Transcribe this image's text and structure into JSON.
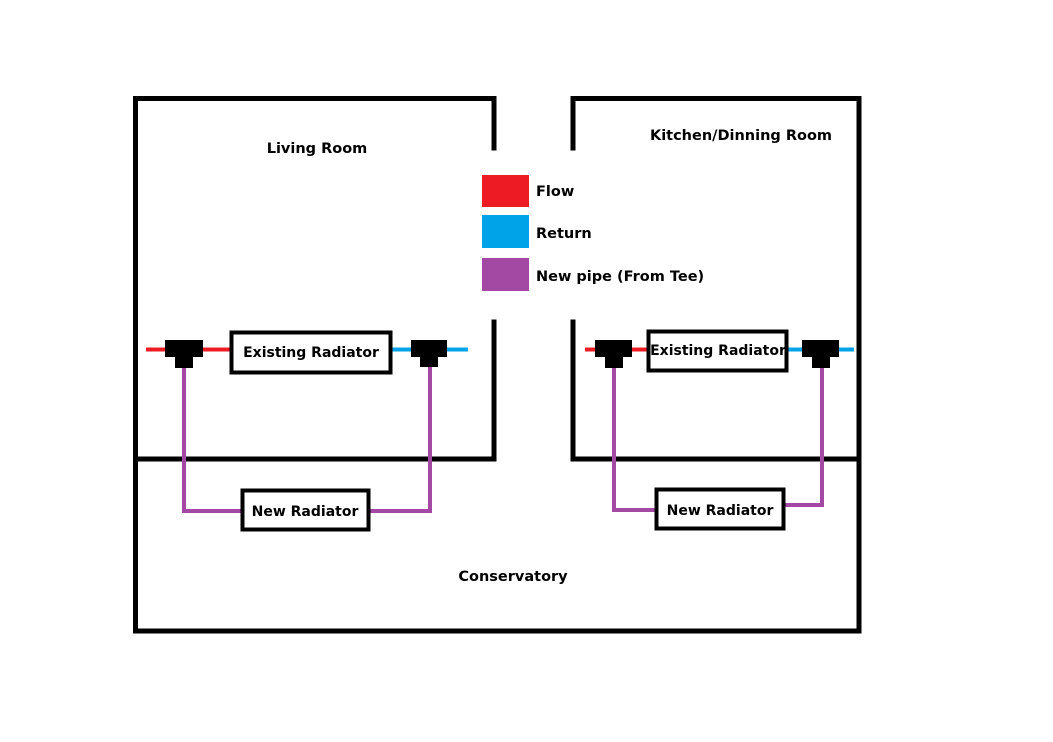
{
  "rooms": {
    "living_room": "Living Room",
    "kitchen": "Kitchen/Dinning Room",
    "conservatory": "Conservatory"
  },
  "legend": [
    {
      "label": "Flow",
      "color": "#ed1c24"
    },
    {
      "label": "Return",
      "color": "#00a2e8"
    },
    {
      "label": "New pipe (From Tee)",
      "color": "#a349a4"
    }
  ],
  "radiators": {
    "left_existing": "Existing Radiator",
    "left_new": "New Radiator",
    "right_existing": "Existing Radiator",
    "right_new": "New Radiator"
  },
  "colors": {
    "wall": "#000000",
    "flow": "#ed1c24",
    "return": "#00a2e8",
    "new_pipe": "#a349a4",
    "tee": "#000000"
  }
}
